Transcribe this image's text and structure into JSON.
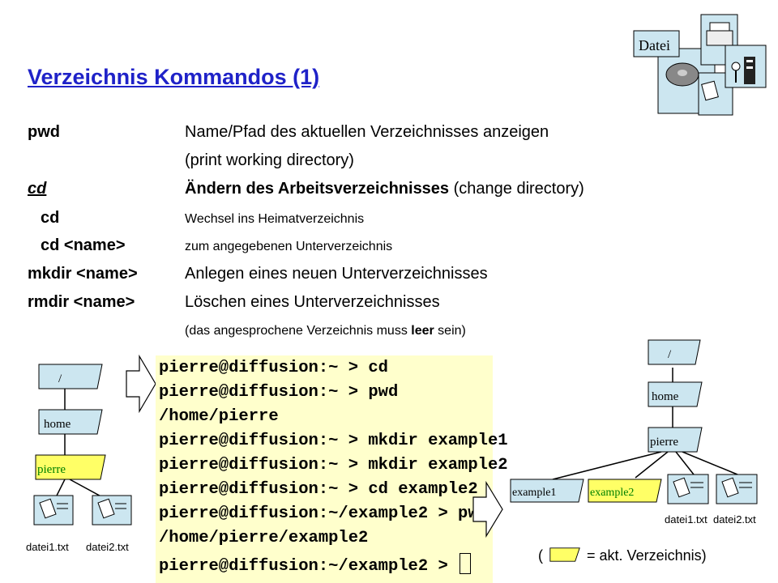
{
  "title": "Verzeichnis Kommandos (1)",
  "corner_icon_label": "Datei",
  "commands": [
    {
      "cmd": "pwd",
      "desc": "Name/Pfad des aktuellen Verzeichnisses anzeigen"
    },
    {
      "cmd": "",
      "desc": "(print working directory)"
    },
    {
      "cmd": "cd",
      "desc_bold": "Ändern des Arbeitsverzeichnisses",
      "desc_rest": "  (change directory)"
    },
    {
      "cmd": "cd",
      "desc": "Wechsel ins Heimatverzeichnis"
    },
    {
      "cmd": "cd <name>",
      "desc": "zum angegebenen Unterverzeichnis"
    },
    {
      "cmd": "mkdir <name>",
      "desc": "Anlegen eines neuen Unterverzeichnisses"
    },
    {
      "cmd": "rmdir <name>",
      "desc": "Löschen eines  Unterverzeichnisses"
    },
    {
      "cmd": "",
      "desc_pre": "(das angesprochene Verzeichnis muss ",
      "desc_bold": "leer",
      "desc_post": " sein)"
    }
  ],
  "terminal": {
    "lines": [
      "pierre@diffusion:~ > cd",
      "pierre@diffusion:~ > pwd",
      "/home/pierre",
      "pierre@diffusion:~ > mkdir example1",
      "pierre@diffusion:~ > mkdir example2",
      "pierre@diffusion:~ > cd example2",
      "pierre@diffusion:~/example2 > pwd",
      "/home/pierre/example2",
      "pierre@diffusion:~/example2 > "
    ]
  },
  "tree_left": {
    "root": "/",
    "home": "home",
    "user": "pierre",
    "files": [
      "datei1.txt",
      "datei2.txt"
    ]
  },
  "tree_right": {
    "root": "/",
    "home": "home",
    "user": "pierre",
    "dirs": [
      "example1",
      "example2"
    ],
    "files": [
      "datei1.txt",
      "datei2.txt"
    ]
  },
  "legend": {
    "open": "(",
    "text": " = akt. Verzeichnis)"
  },
  "colors": {
    "title": "#1f22c8",
    "folder": "#cce6f0",
    "current_folder": "#ffff66",
    "terminal_bg": "#ffffcc"
  }
}
